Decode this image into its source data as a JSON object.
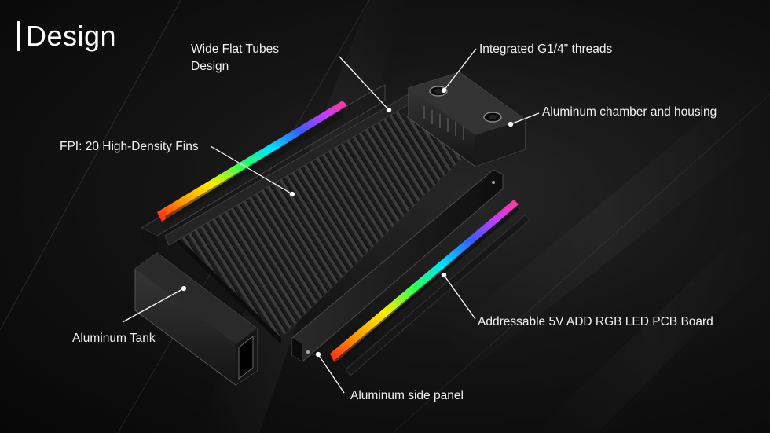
{
  "title": "Design",
  "callouts": {
    "wide_flat_tubes_line1": "Wide Flat Tubes",
    "wide_flat_tubes_line2": "Design",
    "threads": "Integrated G1/4\" threads",
    "chamber": "Aluminum chamber and housing",
    "fins": "FPI: 20 High-Density Fins",
    "tank": "Aluminum Tank",
    "rgb": "Addressable 5V ADD RGB LED PCB Board",
    "side_panel": "Aluminum side panel"
  },
  "colors": {
    "background": "#0c0c0c",
    "text": "#ffffff",
    "leader_line": "#ffffff",
    "rgb_gradient": [
      "#ff1e1e",
      "#ff9a00",
      "#ffee00",
      "#33ff55",
      "#00e0ff",
      "#3a5bff",
      "#c43cff",
      "#ff3b8d"
    ]
  }
}
